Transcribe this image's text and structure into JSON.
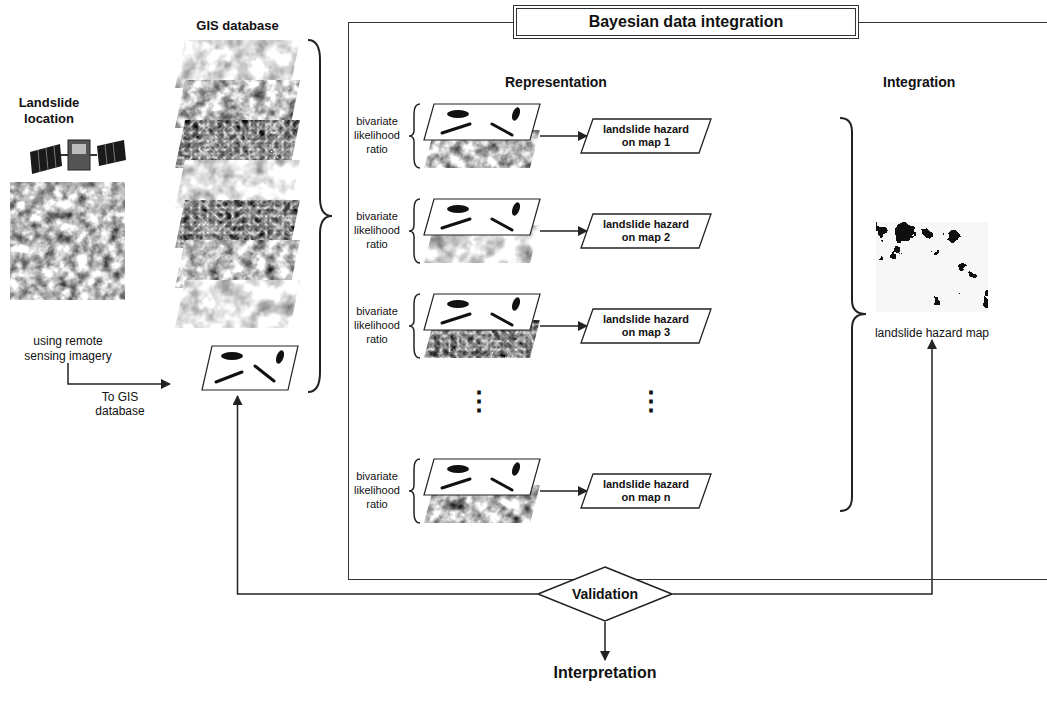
{
  "diagram": {
    "nodes": [
      {
        "text": [
          "Landslide location",
          "using remote sensing imagery"
        ]
      },
      {
        "text": [
          "GIS database"
        ]
      },
      {
        "text": [
          "Bayesian data integration"
        ]
      },
      {
        "text": [
          "bivariate likelihood ratio"
        ],
        "in": 2
      },
      {
        "text": [
          "landslide hazard on map 1"
        ],
        "in": 2
      },
      {
        "text": [
          "bivariate likelihood ratio"
        ],
        "in": 2
      },
      {
        "text": [
          "landslide hazard on map 2"
        ],
        "in": 2
      },
      {
        "text": [
          "bivariate likelihood ratio"
        ],
        "in": 2
      },
      {
        "text": [
          "landslide hazard on map 3"
        ],
        "in": 2
      },
      {
        "text": [
          "bivariate likelihood ratio"
        ],
        "in": 2
      },
      {
        "text": [
          "landslide hazard on map n"
        ],
        "in": 2
      },
      {
        "text": [
          "landslide hazard map"
        ],
        "in": 2
      },
      {
        "text": [
          "Validation"
        ]
      },
      {
        "text": [
          "Interpretation"
        ]
      }
    ],
    "edges": [
      {
        "from": 0,
        "to": 1,
        "label": "To GIS database",
        "arrow": "to"
      },
      {
        "from": 3,
        "to": 4,
        "arrow": "to"
      },
      {
        "from": 5,
        "to": 6,
        "arrow": "to"
      },
      {
        "from": 7,
        "to": 8,
        "arrow": "to"
      },
      {
        "from": 9,
        "to": 10,
        "arrow": "to"
      },
      {
        "from": 12,
        "to": 1,
        "arrow": "to"
      },
      {
        "from": 12,
        "to": 11,
        "arrow": "to"
      },
      {
        "from": 12,
        "to": 13,
        "arrow": "to"
      }
    ],
    "labels": [
      "Representation",
      "Integration",
      "⋮",
      "⋮"
    ]
  }
}
